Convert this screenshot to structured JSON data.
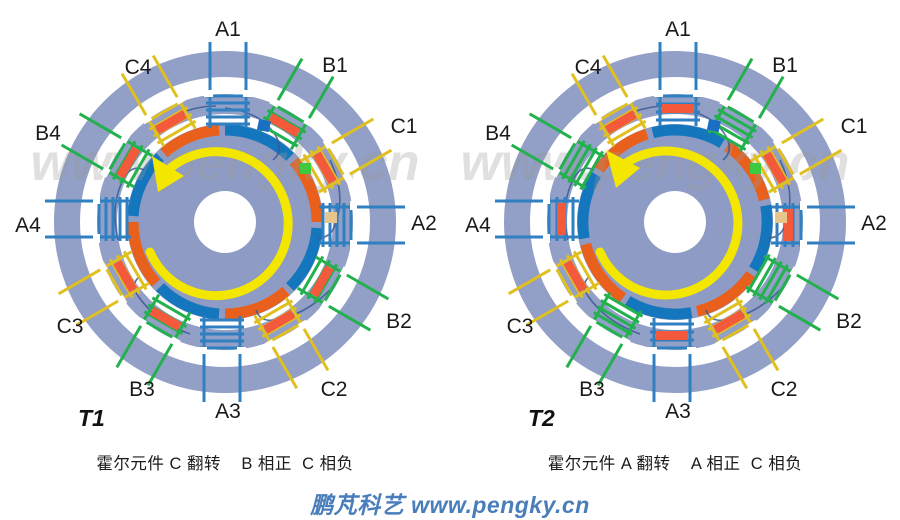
{
  "diagram": {
    "title_t1": "T1",
    "title_t2": "T2",
    "caption_t1": "霍尔元件 C 翻转    B 相正  C 相负",
    "caption_t2": "霍尔元件 A 翻转    A 相正  C 相负",
    "footer": "鹏芃科艺 www.pengky.cn",
    "watermark": "www.pengky.cn",
    "colors": {
      "stator_ring": "#929fc6",
      "rotor_body": "#8e9bc4",
      "phase_a": "#2f7fc1",
      "phase_b": "#22b14c",
      "phase_c": "#e0c020",
      "magnet_north": "#e8601c",
      "magnet_south": "#1477bd",
      "rotation_arrow": "#f3e600",
      "current_arrow": "#f4593c",
      "hall_a": "#1a6fc4",
      "hall_b": "#3ec93e",
      "hall_c": "#e8c58a",
      "background": "#ffffff",
      "footer_text": "#4a7ebb"
    },
    "rotation_direction": "counter-clockwise",
    "pole_count": 8,
    "coil_count": 12
  },
  "coils": {
    "labels": [
      "A1",
      "B1",
      "C1",
      "A2",
      "B2",
      "C2",
      "A3",
      "B3",
      "C3",
      "A4",
      "B4",
      "C4"
    ],
    "phase_of": {
      "A1": "A",
      "A2": "A",
      "A3": "A",
      "A4": "A",
      "B1": "B",
      "B2": "B",
      "B3": "B",
      "B4": "B",
      "C1": "C",
      "C2": "C",
      "C3": "C",
      "C4": "C"
    },
    "t1_energized": [
      "B1",
      "B2",
      "B3",
      "B4",
      "C1",
      "C2",
      "C3",
      "C4"
    ],
    "t2_energized": [
      "A1",
      "A2",
      "A3",
      "A4",
      "C1",
      "C2",
      "C3",
      "C4"
    ]
  },
  "labels": {
    "A1": "A1",
    "B1": "B1",
    "C1": "C1",
    "A2": "A2",
    "B2": "B2",
    "C2": "C2",
    "A3": "A3",
    "B3": "B3",
    "C3": "C3",
    "A4": "A4",
    "B4": "B4",
    "C4": "C4"
  },
  "magnets": {
    "polarity_sequence": [
      "N",
      "S",
      "N",
      "S",
      "N",
      "S",
      "N",
      "S"
    ]
  },
  "hall_sensors": {
    "names": [
      "hall-a",
      "hall-b",
      "hall-c"
    ],
    "count": 3
  }
}
